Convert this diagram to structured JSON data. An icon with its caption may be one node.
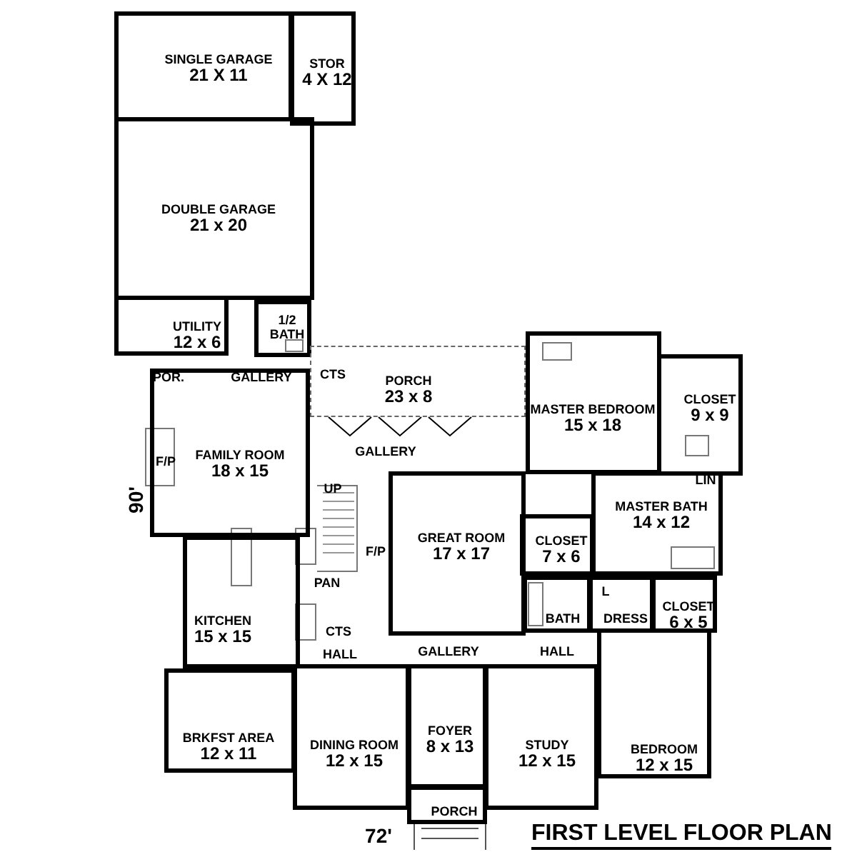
{
  "diagram": {
    "title": "FIRST LEVEL FLOOR PLAN",
    "nodes": [
      {
        "text": [
          "SINGLE GARAGE",
          "21 X 11"
        ]
      },
      {
        "text": [
          "STOR",
          "4 X 12"
        ]
      },
      {
        "text": [
          "DOUBLE GARAGE",
          "21 x 20"
        ]
      },
      {
        "text": [
          "UTILITY",
          "12 x 6"
        ]
      },
      {
        "text": [
          "1/2 BATH"
        ]
      },
      {
        "text": [
          "PORCH",
          "23 x 8"
        ]
      },
      {
        "text": [
          "MASTER BEDROOM",
          "15 x 18"
        ]
      },
      {
        "text": [
          "CLOSET",
          "9 x 9"
        ]
      },
      {
        "text": [
          "FAMILY ROOM",
          "18 x 15"
        ]
      },
      {
        "text": [
          "MASTER BATH",
          "14 x 12"
        ]
      },
      {
        "text": [
          "GREAT ROOM",
          "17 x 17"
        ]
      },
      {
        "text": [
          "CLOSET",
          "7 x 6"
        ]
      },
      {
        "text": [
          "BATH"
        ]
      },
      {
        "text": [
          "DRESS"
        ]
      },
      {
        "text": [
          "CLOSET",
          "6 x 5"
        ]
      },
      {
        "text": [
          "KITCHEN",
          "15 x 15"
        ]
      },
      {
        "text": [
          "BEDROOM",
          "12 x 15"
        ]
      },
      {
        "text": [
          "BRKFST AREA",
          "12 x 11"
        ]
      },
      {
        "text": [
          "DINING ROOM",
          "12 x 15"
        ]
      },
      {
        "text": [
          "FOYER",
          "8 x 13"
        ]
      },
      {
        "text": [
          "STUDY",
          "12 x 15"
        ]
      },
      {
        "text": [
          "PORCH"
        ]
      }
    ],
    "labels": [
      "POR.",
      "GALLERY",
      "CTS",
      "GALLERY",
      "F/P",
      "UP",
      "LIN",
      "F/P",
      "PAN",
      "L",
      "CTS",
      "HALL",
      "GALLERY",
      "HALL",
      "90'",
      "72'"
    ]
  }
}
